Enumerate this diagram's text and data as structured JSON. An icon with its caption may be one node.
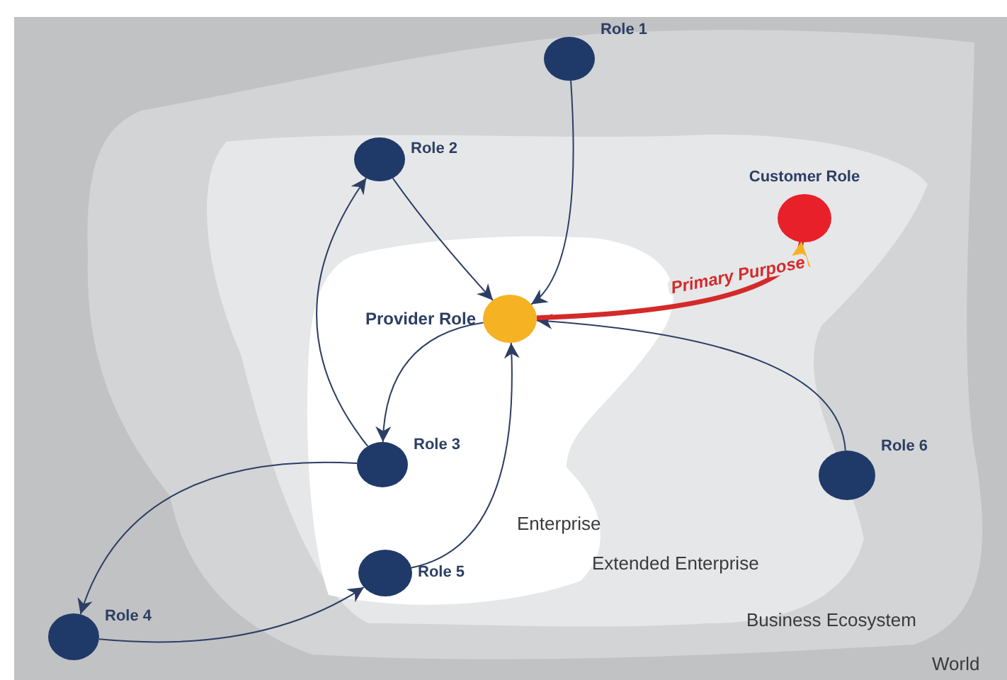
{
  "diagram": {
    "nodes": [
      {
        "text": [
          "World"
        ]
      },
      {
        "text": [
          "Business Ecosystem"
        ],
        "in": 0
      },
      {
        "text": [
          "Extended Enterprise"
        ],
        "in": 1
      },
      {
        "text": [
          "Enterprise"
        ],
        "in": 2
      },
      {
        "text": [
          "Role 1"
        ],
        "in": 1
      },
      {
        "text": [
          "Role 2"
        ],
        "in": 2
      },
      {
        "text": [
          "Customer Role"
        ],
        "in": 2
      },
      {
        "text": [
          "Provider Role"
        ],
        "in": 3
      },
      {
        "text": [
          "Role 3"
        ],
        "in": 3
      },
      {
        "text": [
          "Role 6"
        ],
        "in": 1
      },
      {
        "text": [
          "Role 5"
        ],
        "in": 3
      },
      {
        "text": [
          "Role 4"
        ],
        "in": 0
      }
    ],
    "edges": [
      {
        "from": 4,
        "to": 7,
        "arrow": "to"
      },
      {
        "from": 5,
        "to": 7,
        "arrow": "to"
      },
      {
        "from": 8,
        "to": 5,
        "arrow": "to"
      },
      {
        "from": 7,
        "to": 8,
        "arrow": "to"
      },
      {
        "from": 8,
        "to": 11,
        "arrow": "to"
      },
      {
        "from": 11,
        "to": 10,
        "arrow": "to"
      },
      {
        "from": 10,
        "to": 7,
        "arrow": "to"
      },
      {
        "from": 9,
        "to": 7,
        "arrow": "to"
      },
      {
        "from": 7,
        "to": 6,
        "arrow": "to",
        "label": "Primary Purpose",
        "style": "thick",
        "color": "#d42a2a"
      }
    ]
  }
}
